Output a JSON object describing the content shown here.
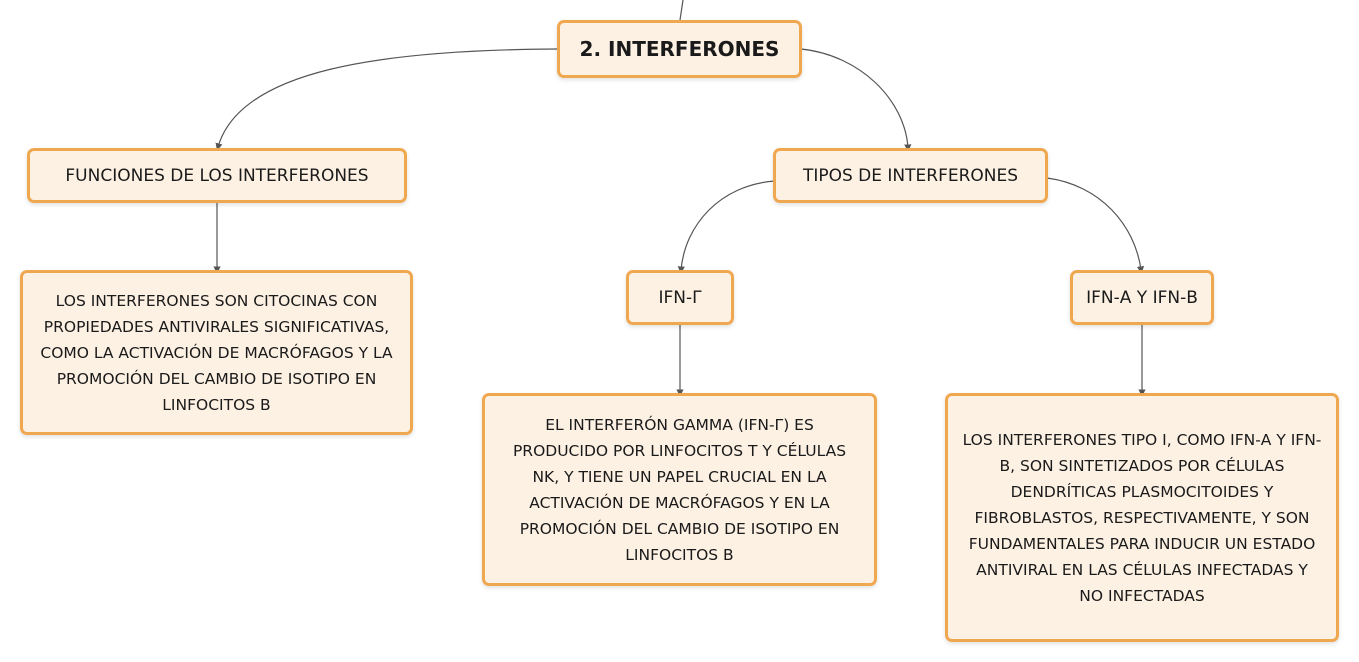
{
  "colors": {
    "node_fill": "#fdf1e4",
    "node_border": "#f0a850",
    "connector": "#555555"
  },
  "nodes": {
    "root": "2. INTERFERONES",
    "funciones": "FUNCIONES DE LOS INTERFERONES",
    "funciones_text": "LOS INTERFERONES SON CITOCINAS CON PROPIEDADES ANTIVIRALES SIGNIFICATIVAS, COMO LA ACTIVACIÓN DE MACRÓFAGOS Y LA PROMOCIÓN DEL CAMBIO DE ISOTIPO EN LINFOCITOS B",
    "tipos": "TIPOS DE INTERFERONES",
    "ifn_gamma": "IFN-Γ",
    "ifn_gamma_text": "EL INTERFERÓN GAMMA (IFN-Γ) ES PRODUCIDO POR LINFOCITOS T Y CÉLULAS NK, Y TIENE UN PAPEL CRUCIAL EN LA ACTIVACIÓN DE MACRÓFAGOS Y EN LA PROMOCIÓN DEL CAMBIO DE ISOTIPO EN LINFOCITOS B",
    "ifn_ab": "IFN-Α Y IFN-Β",
    "ifn_ab_text": "LOS INTERFERONES TIPO I, COMO IFN-Α Y IFN-Β, SON SINTETIZADOS POR CÉLULAS DENDRÍTICAS PLASMOCITOIDES Y FIBROBLASTOS, RESPECTIVAMENTE, Y SON FUNDAMENTALES PARA INDUCIR UN ESTADO ANTIVIRAL EN LAS CÉLULAS INFECTADAS Y NO INFECTADAS"
  }
}
